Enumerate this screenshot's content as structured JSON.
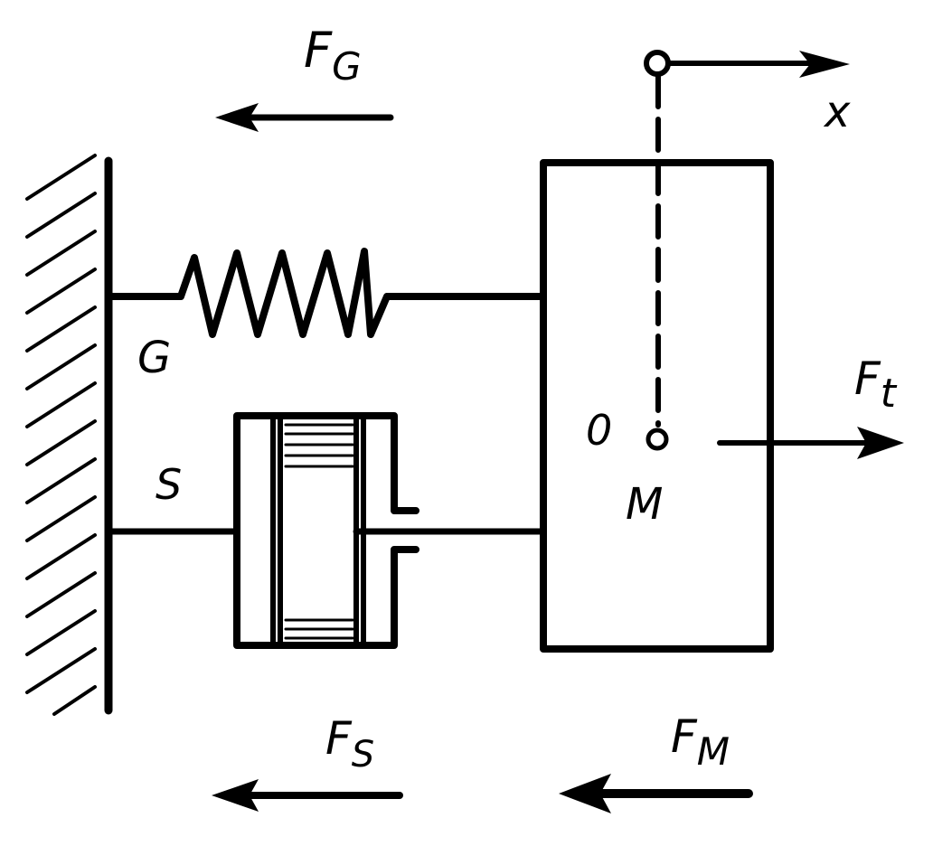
{
  "labels": {
    "force_spring": {
      "main": "F",
      "sub": "G"
    },
    "force_damper": {
      "main": "F",
      "sub": "S"
    },
    "force_mass": {
      "main": "F",
      "sub": "M"
    },
    "force_external": {
      "main": "F",
      "sub": "t"
    },
    "axis_x": "x",
    "spring": "G",
    "damper": "S",
    "origin": "0",
    "mass": "M"
  },
  "colors": {
    "ink": "#000000",
    "background": "#ffffff"
  }
}
